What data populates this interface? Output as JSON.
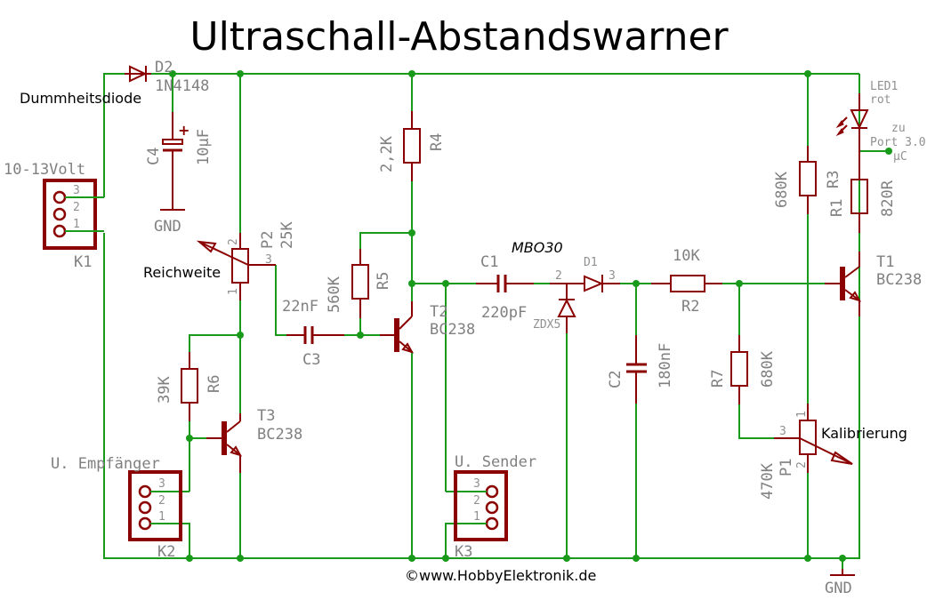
{
  "title": "Ultraschall-Abstandswarner",
  "copyright": "©www.HobbyElektronik.de",
  "notes": {
    "protection_diode": "Dummheitsdiode",
    "range": "Reichweite",
    "calibration": "Kalibrierung",
    "bridge_rectifier": "MBO30"
  },
  "colors": {
    "wire": "#1a9a1a",
    "part": "#8b0000",
    "label": "#808080",
    "note": "#000000"
  },
  "components": {
    "D2": {
      "name": "D2",
      "value": "1N4148"
    },
    "C4": {
      "name": "C4",
      "value": "10µF",
      "polarity": "+"
    },
    "K1": {
      "name": "K1",
      "value": "10-13Volt",
      "pins": [
        "3",
        "2",
        "1"
      ]
    },
    "P2": {
      "name": "P2",
      "value": "25K",
      "pins": [
        "2",
        "3",
        "1"
      ]
    },
    "R4": {
      "name": "R4",
      "value": "2,2K"
    },
    "R5": {
      "name": "R5",
      "value": "560K"
    },
    "C3": {
      "name": "C3",
      "value": "22nF"
    },
    "T2": {
      "name": "T2",
      "value": "BC238"
    },
    "R6": {
      "name": "R6",
      "value": "39K"
    },
    "T3": {
      "name": "T3",
      "value": "BC238"
    },
    "K2": {
      "name": "K2",
      "value": "U. Empfänger",
      "pins": [
        "3",
        "2",
        "1"
      ]
    },
    "C1": {
      "name": "C1",
      "value": "220pF"
    },
    "D1": {
      "name": "D1",
      "value": "",
      "pins": [
        "2",
        "3"
      ]
    },
    "ZD": {
      "name": "ZDX5",
      "value": ""
    },
    "C2": {
      "name": "C2",
      "value": "180nF"
    },
    "R2": {
      "name": "R2",
      "value": "10K"
    },
    "R7": {
      "name": "R7",
      "value": "680K"
    },
    "P1": {
      "name": "P1",
      "value": "470K",
      "pins": [
        "1",
        "3",
        "2"
      ]
    },
    "R3": {
      "name": "R3",
      "value": "680K"
    },
    "R1": {
      "name": "R1",
      "value": "820R"
    },
    "LED1": {
      "name": "LED1",
      "value": "rot"
    },
    "T1": {
      "name": "T1",
      "value": "BC238"
    },
    "K3": {
      "name": "K3",
      "value": "U.  Sender",
      "pins": [
        "3",
        "2",
        "1"
      ]
    }
  },
  "port": {
    "line1": "zu",
    "line2": "Port 3.0",
    "line3": "µC"
  },
  "gnd": {
    "label": "GND"
  }
}
